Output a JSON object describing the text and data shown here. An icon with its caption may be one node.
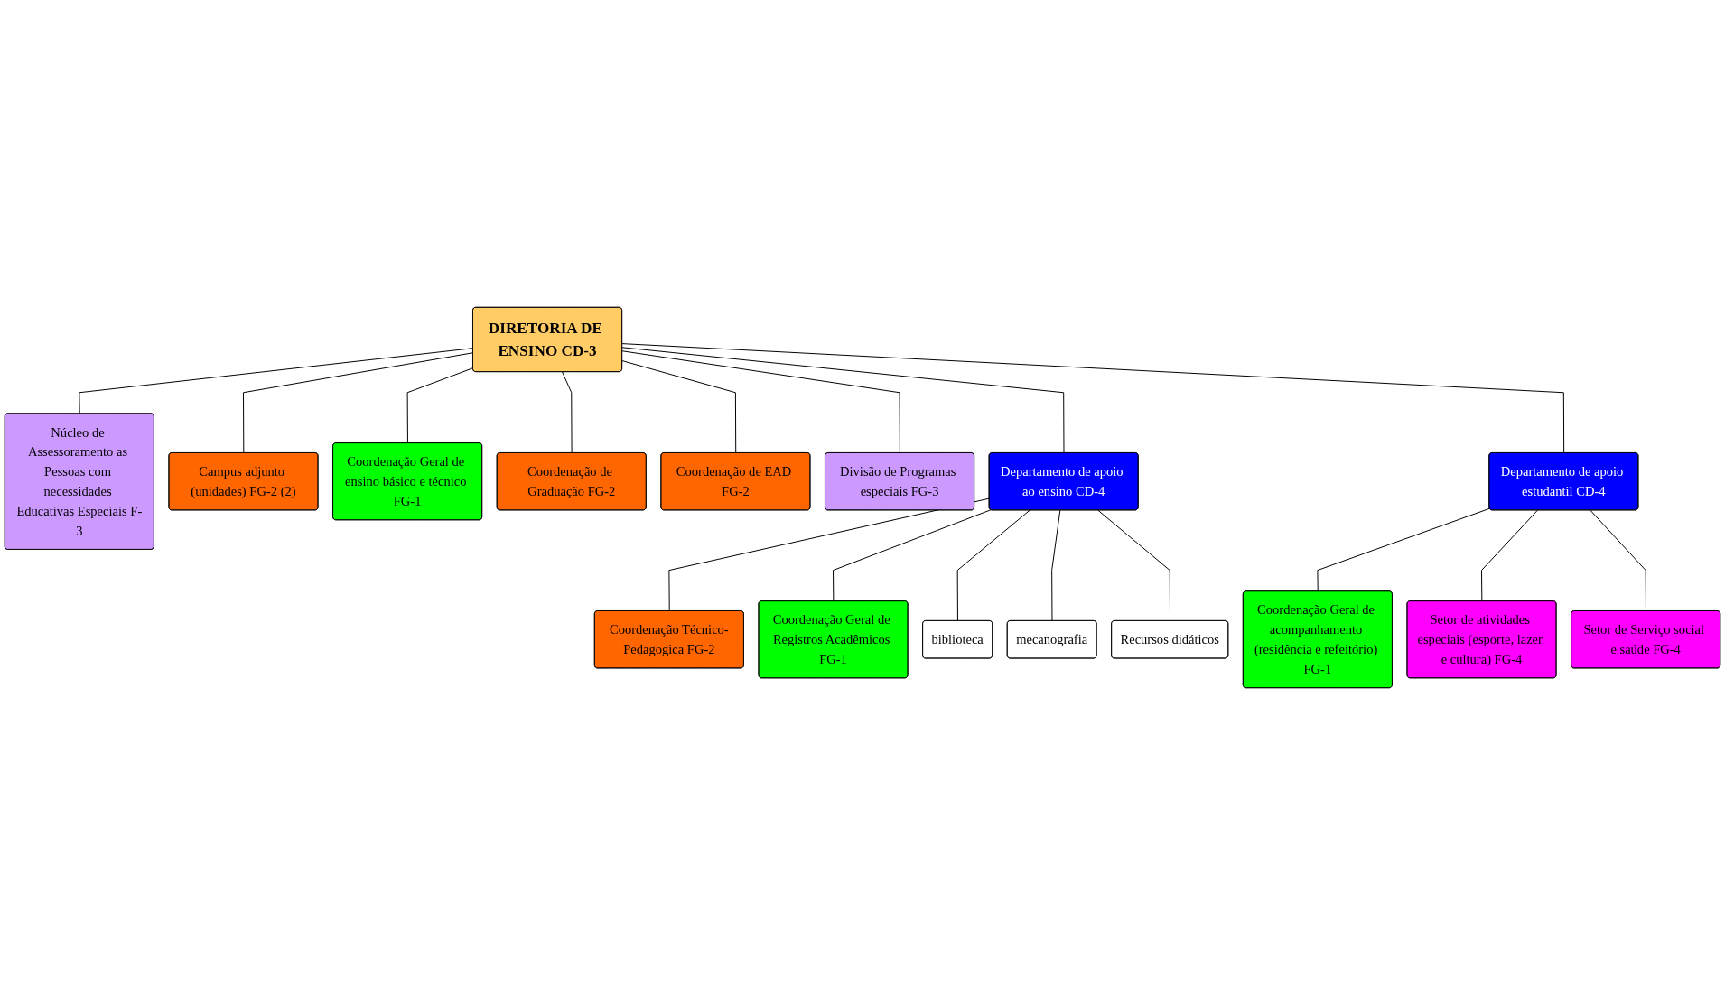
{
  "diagram": {
    "nodes": [
      {
        "text": [
          "Campus adjunto (unidades) FG-2 (2)"
        ]
      },
      {
        "text": [
          "DIRETORIA DE ENSINO CD-3"
        ]
      },
      {
        "text": [
          "Núcleo de Assessoramento as Pessoas com necessidades Educativas Especiais F-3"
        ]
      },
      {
        "text": [
          "Departamento de apoio ao ensino CD-4"
        ]
      },
      {
        "text": [
          "Departamento de apoio estudantil CD-4"
        ]
      },
      {
        "text": [
          "Coordenação Geral de ensino básico e técnico FG-1"
        ]
      },
      {
        "text": [
          "Coordenação de Graduação FG-2"
        ]
      },
      {
        "text": [
          "Coordenação Técnico-Pedagogica FG-2"
        ]
      },
      {
        "text": [
          "Coordenação Geral de Registros Acadêmicos FG-1"
        ]
      },
      {
        "text": [
          "Coordenação Geral de acompanhamento (residência e refeitório) FG-1"
        ]
      },
      {
        "text": [
          "biblioteca"
        ]
      },
      {
        "text": [
          "Setor de atividades especiais (esporte, lazer e cultura) FG-4"
        ]
      },
      {
        "text": [
          "mecanografia"
        ]
      },
      {
        "text": [
          "Coordenação de EAD FG-2"
        ]
      },
      {
        "text": [
          "Recursos didáticos"
        ]
      },
      {
        "text": [
          "Divisão de Programas especiais FG-3"
        ]
      },
      {
        "text": [
          "Setor de Serviço social e saúde FG-4"
        ]
      }
    ],
    "edges": [
      {
        "from": 1,
        "to": 0,
        "arrow": "none"
      },
      {
        "from": 1,
        "to": 2,
        "arrow": "none"
      },
      {
        "from": 1,
        "to": 3,
        "arrow": "none"
      },
      {
        "from": 1,
        "to": 4,
        "arrow": "none"
      },
      {
        "from": 1,
        "to": 5,
        "arrow": "none"
      },
      {
        "from": 1,
        "to": 6,
        "arrow": "none"
      },
      {
        "from": 1,
        "to": 13,
        "arrow": "none"
      },
      {
        "from": 1,
        "to": 15,
        "arrow": "none"
      },
      {
        "from": 3,
        "to": 7,
        "arrow": "none"
      },
      {
        "from": 3,
        "to": 8,
        "arrow": "none"
      },
      {
        "from": 3,
        "to": 10,
        "arrow": "none"
      },
      {
        "from": 3,
        "to": 12,
        "arrow": "none"
      },
      {
        "from": 3,
        "to": 14,
        "arrow": "none"
      },
      {
        "from": 4,
        "to": 9,
        "arrow": "none"
      },
      {
        "from": 4,
        "to": 11,
        "arrow": "none"
      },
      {
        "from": 4,
        "to": 16,
        "arrow": "none"
      }
    ]
  }
}
